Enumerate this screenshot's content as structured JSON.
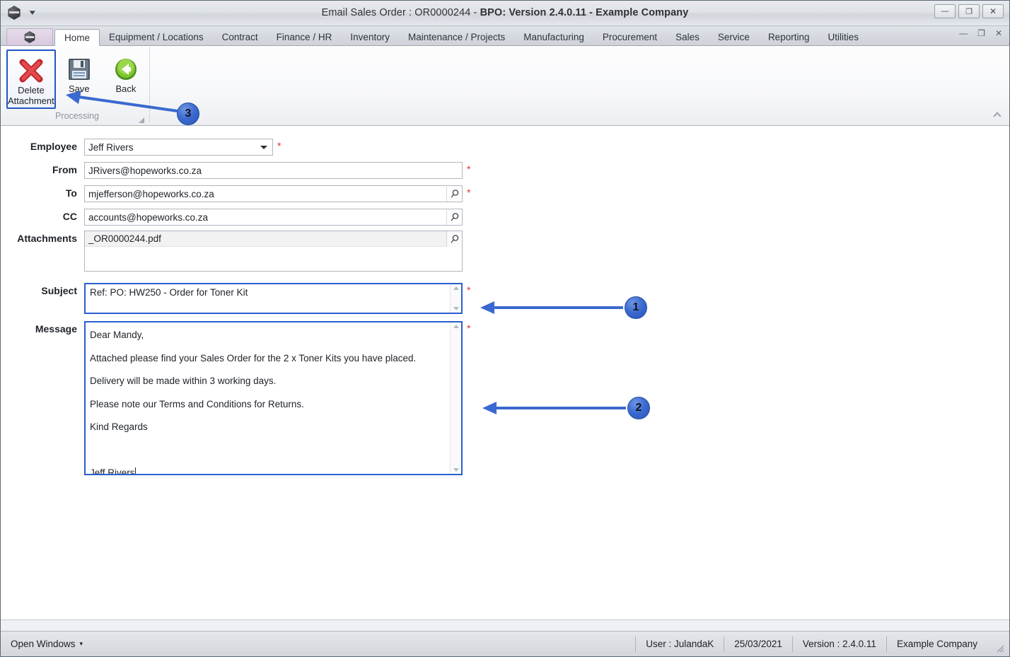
{
  "window": {
    "title_normal_1": "Email Sales Order : OR0000244 - ",
    "title_bold": "BPO: Version 2.4.0.11 - Example Company",
    "minimize": "—",
    "maximize": "❐",
    "close": "✕",
    "mdi_minimize": "—",
    "mdi_restore": "❐",
    "mdi_close": "✕",
    "qat_caret": "▾"
  },
  "ribbon": {
    "tabs": [
      {
        "label": "Home",
        "active": true
      },
      {
        "label": "Equipment / Locations",
        "active": false
      },
      {
        "label": "Contract",
        "active": false
      },
      {
        "label": "Finance / HR",
        "active": false
      },
      {
        "label": "Inventory",
        "active": false
      },
      {
        "label": "Maintenance / Projects",
        "active": false
      },
      {
        "label": "Manufacturing",
        "active": false
      },
      {
        "label": "Procurement",
        "active": false
      },
      {
        "label": "Sales",
        "active": false
      },
      {
        "label": "Service",
        "active": false
      },
      {
        "label": "Reporting",
        "active": false
      },
      {
        "label": "Utilities",
        "active": false
      }
    ],
    "group_title": "Processing",
    "buttons": {
      "delete_attachment_line1": "Delete",
      "delete_attachment_line2": "Attachment",
      "save": "Save",
      "back": "Back"
    },
    "collapse_icon": "⌃"
  },
  "form": {
    "employee": {
      "label": "Employee",
      "value": "Jeff Rivers",
      "required": "*"
    },
    "from": {
      "label": "From",
      "value": "JRivers@hopeworks.co.za",
      "required": "*"
    },
    "to": {
      "label": "To",
      "value": "mjefferson@hopeworks.co.za",
      "required": "*"
    },
    "cc": {
      "label": "CC",
      "value": "accounts@hopeworks.co.za",
      "required": ""
    },
    "attachments": {
      "label": "Attachments",
      "value": "_OR0000244.pdf"
    },
    "subject": {
      "label": "Subject",
      "value": "Ref:  PO:  HW250 - Order for Toner Kit",
      "required": "*"
    },
    "message": {
      "label": "Message",
      "required": "*",
      "lines": [
        "Dear Mandy,",
        "",
        "Attached please find your Sales Order for the 2 x Toner Kits you have placed.",
        "",
        "Delivery will be made within 3 working days.",
        "",
        "Please note our Terms and Conditions for Returns.",
        "",
        "Kind Regards",
        "",
        "",
        "Jeff Rivers"
      ]
    }
  },
  "callouts": [
    {
      "number": "1"
    },
    {
      "number": "2"
    },
    {
      "number": "3"
    }
  ],
  "statusbar": {
    "open_windows": "Open Windows",
    "open_windows_caret": "▾",
    "user": "User : JulandaK",
    "date": "25/03/2021",
    "version": "Version : 2.4.0.11",
    "company": "Example Company"
  },
  "colors": {
    "accent_blue": "#2b5fd0",
    "required_red": "#e03131",
    "callout_blue": "#3a69cf"
  }
}
